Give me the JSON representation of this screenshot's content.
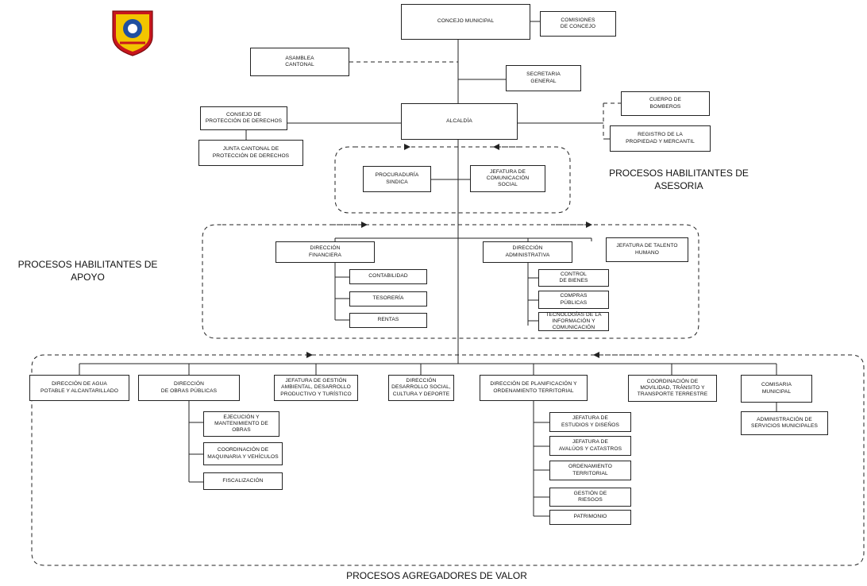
{
  "colors": {
    "line": "#222222",
    "box_border": "#222222",
    "background": "#ffffff",
    "logo_red": "#c8161d",
    "logo_yellow": "#f2c500",
    "logo_blue": "#1f4fa0"
  },
  "logo": {
    "icon": "municipal-shield-icon"
  },
  "regions": {
    "asesoria": "PROCESOS HABILITANTES DE\nASESORIA",
    "apoyo": "PROCESOS HABILITANTES DE\nAPOYO",
    "agregadores": "PROCESOS AGREGADORES DE VALOR"
  },
  "units": {
    "concejo": "CONCEJO MUNICIPAL",
    "comisiones": "COMISIONES\nDE CONCEJO",
    "asamblea": "ASAMBLEA\nCANTONAL",
    "secretaria": "SECRETARIA\nGENERAL",
    "alcaldia": "ALCALDÍA",
    "consejo_proteccion": "CONSEJO DE\nPROTECCIÓN DE DERECHOS",
    "junta_cantonal": "JUNTA CANTONAL DE\nPROTECCIÓN DE DERECHOS",
    "bomberos": "CUERPO DE\nBOMBEROS",
    "registro": "REGISTRO DE LA\nPROPIEDAD Y MERCANTIL",
    "procuraduria": "PROCURADURÍA\nSINDICA",
    "comunicacion": "JEFATURA DE\nCOMUNICACIÓN\nSOCIAL",
    "financiera": "DIRECCIÓN\nFINANCIERA",
    "contabilidad": "CONTABILIDAD",
    "tesoreria": "TESORERÍA",
    "rentas": "RENTAS",
    "administrativa": "DIRECCIÓN\nADMINISTRATIVA",
    "talento": "JEFATURA DE TALENTO\nHUMANO",
    "control_bienes": "CONTROL\nDE BIENES",
    "compras": "COMPRAS\nPÚBLICAS",
    "tecnologias": "TECNOLOGÍAS DE LA\nINFORMACIÓN Y\nCOMUNICACIÓN",
    "agua": "DIRECCIÓN DE AGUA\nPOTABLE Y ALCANTARILLADO",
    "obras": "DIRECCIÓN\nDE OBRAS PÚBLICAS",
    "ejecucion": "EJECUCIÓN Y\nMANTENIMIENTO DE\nOBRAS",
    "maquinaria": "COORDINACIÓN DE\nMAQUINARIA Y VEHÍCULOS",
    "fiscalizacion": "FISCALIZACIÓN",
    "ambiental": "JEFATURA DE GESTIÓN\nAMBIENTAL, DESARROLLO\nPRODUCTIVO Y TURÍSTICO",
    "desarrollo_social": "DIRECCIÓN\nDESARROLLO SOCIAL,\nCULTURA Y DEPORTE",
    "planificacion": "DIRECCIÓN DE PLANIFICACIÓN Y\nORDENAMIENTO TERRITORIAL",
    "estudios": "JEFATURA DE\nESTUDIOS Y DISEÑOS",
    "avaluos": "JEFATURA DE\nAVALÚOS Y CATASTROS",
    "ordenamiento": "ORDENAMIENTO\nTERRITORIAL",
    "riesgos": "GESTIÓN DE\nRIESGOS",
    "patrimonio": "PATRIMONIO",
    "movilidad": "COORDINACIÓN DE\nMOVILIDAD, TRÁNSITO Y\nTRANSPORTE TERRESTRE",
    "comisaria": "COMISARIA\nMUNICIPAL",
    "servicios": "ADMINISTRACIÓN DE\nSERVICIOS MUNICIPALES"
  }
}
